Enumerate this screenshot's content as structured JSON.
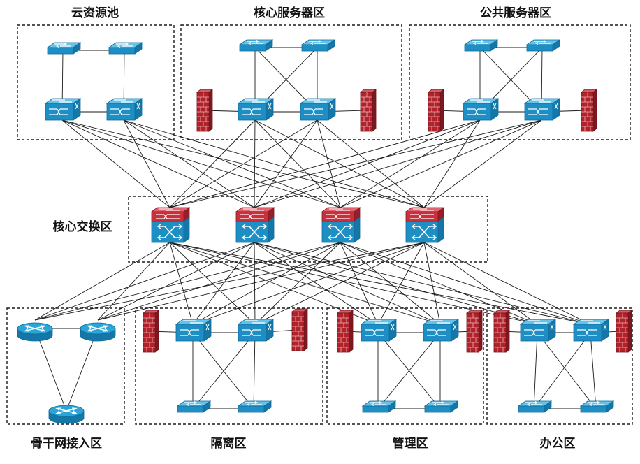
{
  "zones": {
    "cloud_pool": "云资源池",
    "core_server": "核心服务器区",
    "public_server": "公共服务器区",
    "core_switch": "核心交换区",
    "backbone_access": "骨干网接入区",
    "isolation": "隔离区",
    "management": "管理区",
    "office": "办公区"
  },
  "colors": {
    "switch_top": "#2ba5d6",
    "switch_side": "#1577a8",
    "switch_front": "#1e8fc4",
    "core_red": "#c8313c",
    "core_blue": "#1e8fc4",
    "firewall_red": "#b3212b",
    "brick_line": "#e6b8b8",
    "line": "#1a1a1a"
  },
  "icons": {
    "access_switch": "switch-icon",
    "l3_switch": "layer3-switch-icon",
    "core_switch": "core-switch-icon",
    "firewall": "firewall-icon",
    "router": "router-icon"
  }
}
